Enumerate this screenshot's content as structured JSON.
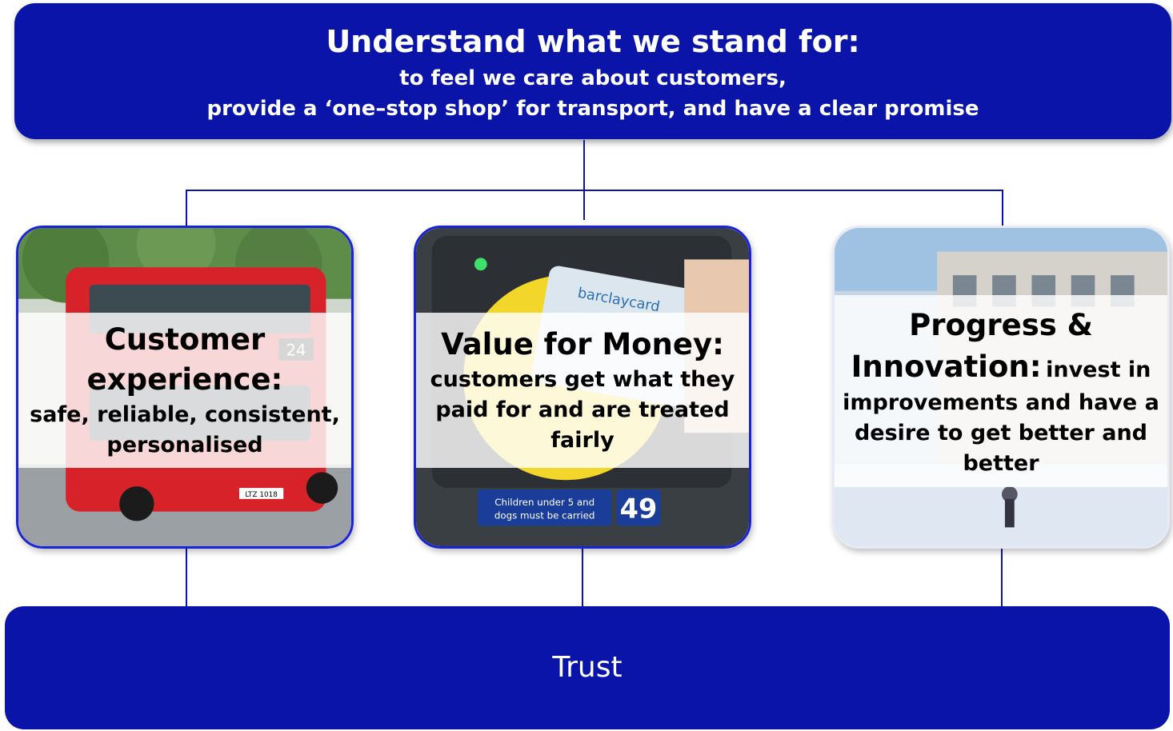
{
  "header": {
    "title": "Understand what we stand for:",
    "line1": "to feel we care about customers,",
    "line2": "provide a ‘one–stop shop’ for transport, and have a clear promise"
  },
  "cards": [
    {
      "title": "Customer experience:",
      "description": "safe, reliable, consistent, personalised",
      "photo_icon": "bus-icon",
      "photo_text": [
        "24",
        "LTZ 1018"
      ]
    },
    {
      "title": "Value for Money:",
      "description": "customers get what they paid for and are treated fairly",
      "photo_icon": "card-reader-icon",
      "photo_text": [
        "barclaycard",
        "Children under 5 and",
        "dogs must be carried",
        "49"
      ]
    },
    {
      "title": "Progress & Innovation:",
      "description": "invest in improvements and have a desire to get better and better",
      "photo_icon": "street-icon",
      "photo_text": []
    }
  ],
  "footer": {
    "label": "Trust"
  },
  "colors": {
    "primary": "#0a14a8",
    "card_border": "#1a23d6"
  }
}
